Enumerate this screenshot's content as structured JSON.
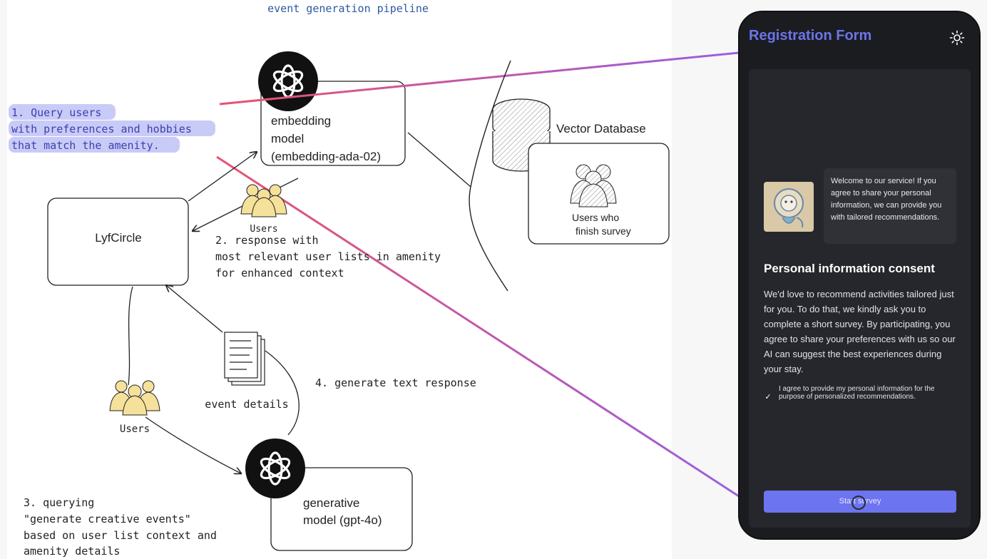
{
  "diagram": {
    "title": "event generation pipeline",
    "note_query": [
      "1. Query users",
      "with preferences and hobbies",
      "that match the amenity."
    ],
    "embedding_box": [
      "embedding",
      "model",
      "(embedding-ada-02)"
    ],
    "vector_db_label": "Vector Database",
    "db_users_label": [
      "Users who",
      "finish survey"
    ],
    "lyfcircle_label": "LyfCircle",
    "users_label_top": "Users",
    "response_note": [
      "2.  response with",
      "most relevant user lists in amenity",
      "for enhanced context"
    ],
    "event_details_label": "event details",
    "generate_note": "4. generate text response",
    "users_label_bottom": "Users",
    "generative_box": [
      "generative",
      "model (gpt-4o)"
    ],
    "query_note": [
      "3. querying",
      "\"generate creative events\"",
      "based on user list context and",
      "amenity details"
    ]
  },
  "phone": {
    "title": "Registration Form",
    "welcome_text": "Welcome to our service! If you agree to share your personal information, we can provide you with tailored recommendations.",
    "consent_title": "Personal information consent",
    "consent_body": "We'd love to recommend activities tailored just for you. To do that, we kindly ask you to complete a short survey. By participating, you agree to share your preferences with us so our AI can suggest the best experiences during your stay.",
    "checkbox_checked": true,
    "checkbox_mark": "✓",
    "checkbox_label": "I agree to provide my personal information for the purpose of personalized recommendations.",
    "start_button_label": "Start survey"
  },
  "colors": {
    "accent": "#6c74f0",
    "highlight": "#c9cbf7",
    "note_text": "#3a3fb0",
    "title_text": "#2c5aa0",
    "user_icon": "#f5e19a"
  }
}
